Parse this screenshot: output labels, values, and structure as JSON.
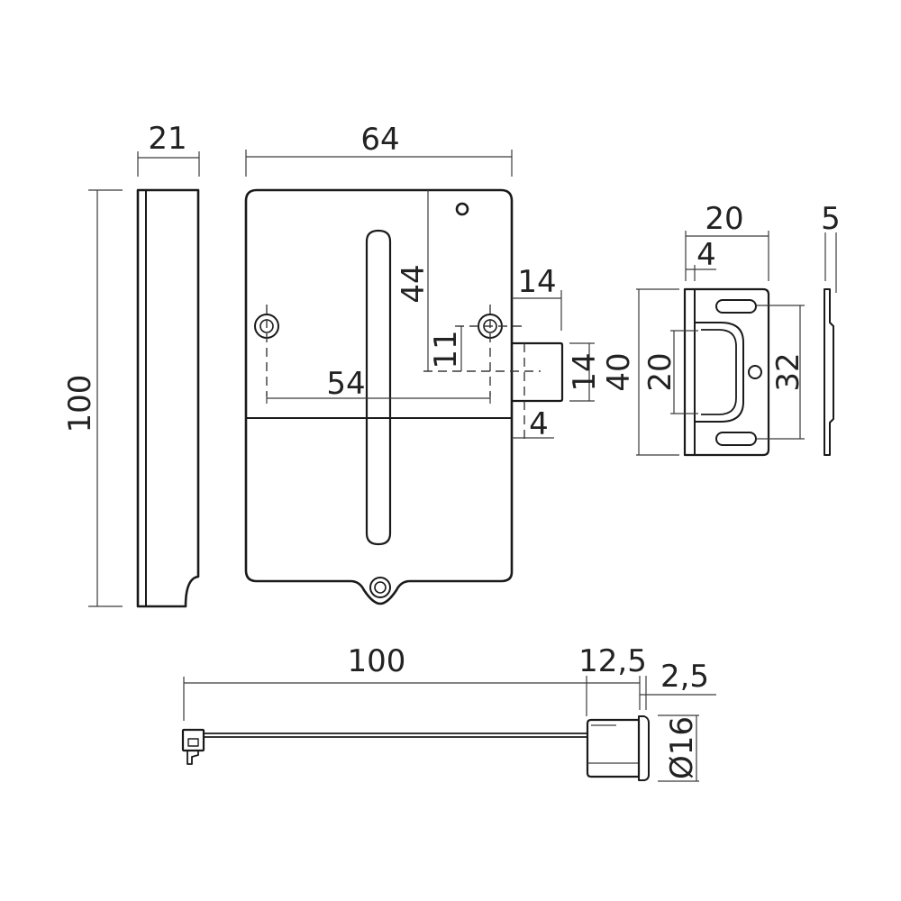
{
  "drawing": {
    "dimensions": {
      "body_depth": "21",
      "body_height": "100",
      "body_width": "64",
      "spindle_offset_vertical": "44",
      "hole_spacing": "54",
      "bolt_offset_small": "11",
      "bolt_projection": "14",
      "bolt_height": "14",
      "bolt_inset": "4",
      "strike_width": "20",
      "strike_lip": "4",
      "strike_height": "40",
      "strike_opening": "20",
      "strike_hole_spacing": "32",
      "strike_thickness": "5",
      "cable_length": "100",
      "button_length": "12,5",
      "button_flange": "2,5",
      "button_diameter": "Ø16"
    }
  }
}
